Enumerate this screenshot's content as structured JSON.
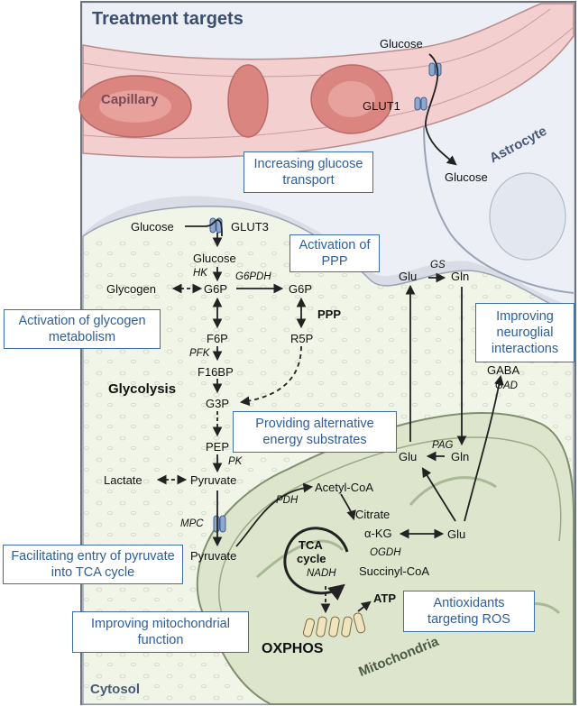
{
  "title": "Treatment targets",
  "regions": {
    "capillary": "Capillary",
    "astrocyte": "Astrocyte",
    "mitochondria": "Mitochondria",
    "cytosol": "Cytosol"
  },
  "nodes": {
    "glucose_blood": "Glucose",
    "glut1": "GLUT1",
    "glucose_astro": "Glucose",
    "glucose_in": "Glucose",
    "glut3": "GLUT3",
    "glucose_cyt": "Glucose",
    "hk": "HK",
    "g6pdh": "G6PDH",
    "glycogen": "Glycogen",
    "g6p": "G6P",
    "g6p_ppp": "G6P",
    "ppp": "PPP",
    "f6p": "F6P",
    "r5p": "R5P",
    "pfk": "PFK",
    "f16bp": "F16BP",
    "glycolysis": "Glycolysis",
    "g3p": "G3P",
    "pep": "PEP",
    "pk": "PK",
    "lactate": "Lactate",
    "pyruvate": "Pyruvate",
    "mpc": "MPC",
    "pyruvate_mito": "Pyruvate",
    "pdh": "PDH",
    "acetyl_coa": "Acetyl-CoA",
    "citrate": "Citrate",
    "akg": "α-KG",
    "tca_line1": "TCA",
    "tca_line2": "cycle",
    "ogdh": "OGDH",
    "nadh": "NADH",
    "succinyl_coa": "Succinyl-CoA",
    "atp": "ATP",
    "oxphos": "OXPHOS",
    "glu_mito": "Glu",
    "glu_top": "Glu",
    "gs": "GS",
    "gln_top": "Gln",
    "gaba": "GABA",
    "gad": "GAD",
    "glu_neuron": "Glu",
    "pag": "PAG",
    "gln_neuron": "Gln"
  },
  "targets": {
    "glucose_transport": "Increasing glucose transport",
    "ppp": "Activation of PPP",
    "glycogen": "Activation of glycogen metabolism",
    "neuroglial": "Improving neuroglial interactions",
    "substrates": "Providing alternative energy substrates",
    "pyruvate_entry": "Facilitating entry of pyruvate into TCA cycle",
    "antioxidants": "Antioxidants targeting ROS",
    "mito_function": "Improving mitochondrial function"
  },
  "colors": {
    "target_text": "#2d5e9b",
    "target_border": "#3f6fa3",
    "capillary": "#f2cfcf",
    "rbc": "#d9807c",
    "astrocyte": "#eef0f4",
    "cytosol": "#f2f5ea",
    "mitochondria": "#dfe8cf"
  }
}
